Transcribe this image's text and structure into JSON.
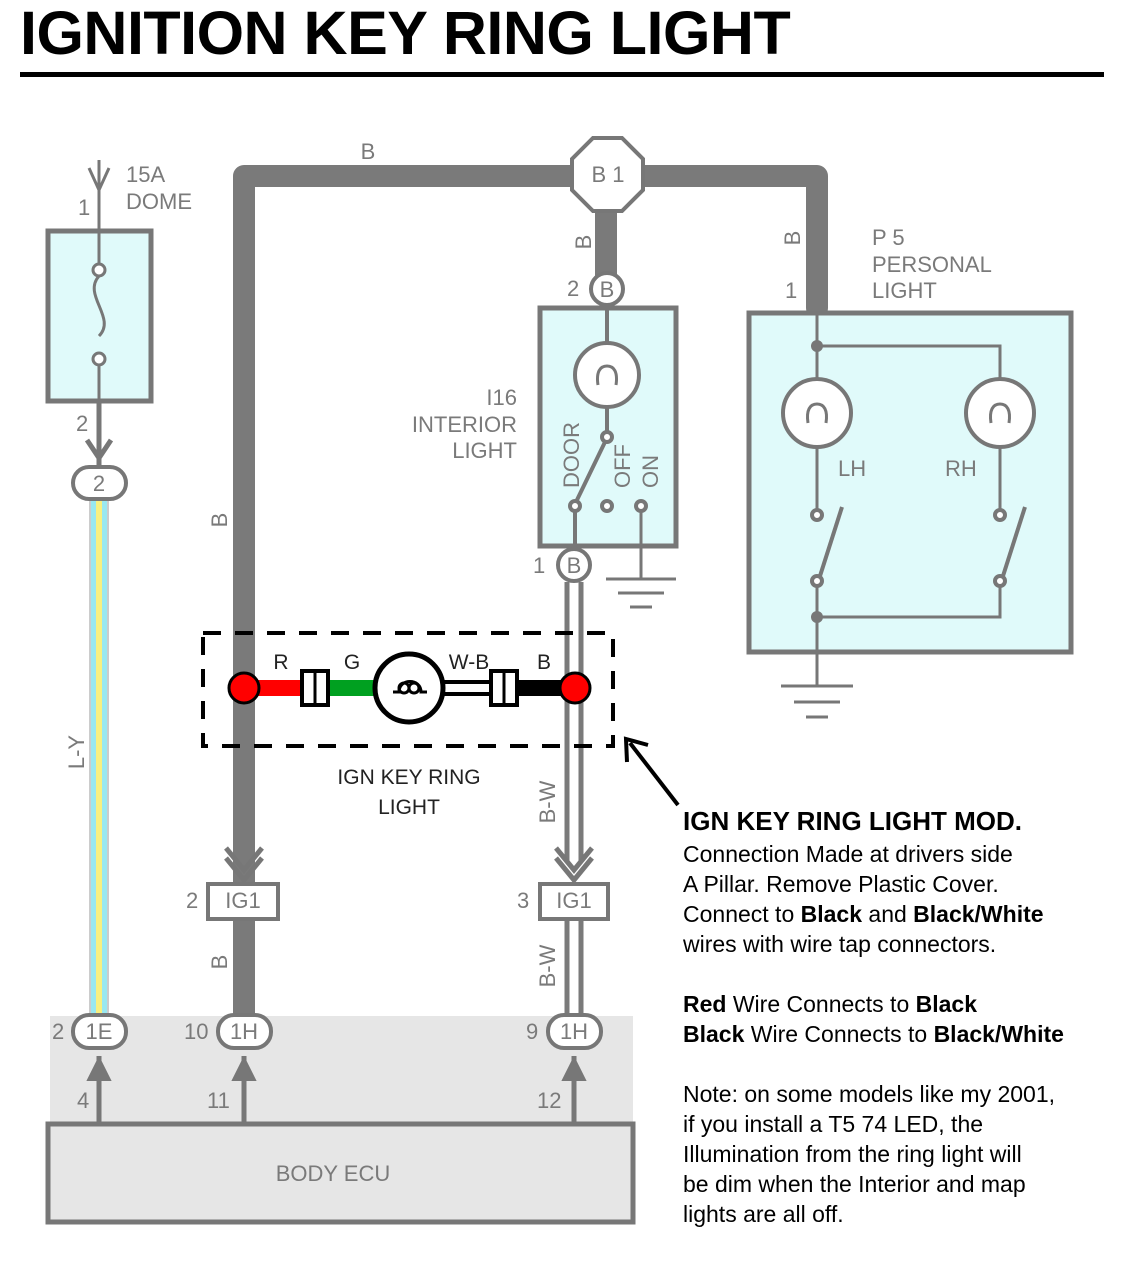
{
  "title": "IGNITION KEY RING LIGHT",
  "fuse": {
    "rating": "15A",
    "name": "DOME",
    "pin_in": "1",
    "pin_out": "2",
    "connector": "2"
  },
  "wires": {
    "top": "B",
    "left_vertical": "B",
    "b1_down": "B",
    "p5_down": "B",
    "ly": "L-Y",
    "bw_upper": "B-W",
    "bw_lower": "B-W",
    "ig1_left_lower": "B"
  },
  "junction": {
    "label": "B 1"
  },
  "interior_light": {
    "code": "I16",
    "name_line1": "INTERIOR",
    "name_line2": "LIGHT",
    "pos_door": "DOOR",
    "pos_off": "OFF",
    "pos_on": "ON",
    "top_pin": "2",
    "top_conn": "B",
    "bottom_pin": "1",
    "bottom_conn": "B"
  },
  "personal_light": {
    "code": "P 5",
    "name_line1": "PERSONAL",
    "name_line2": "LIGHT",
    "pin": "1",
    "lh": "LH",
    "rh": "RH"
  },
  "mod": {
    "wire_r": "R",
    "wire_g": "G",
    "wire_wb": "W-B",
    "wire_b": "B",
    "label_line1": "IGN KEY RING",
    "label_line2": "LIGHT",
    "colors": {
      "red": "#ff0000",
      "green": "#00a020",
      "black": "#000000"
    }
  },
  "ig1_left": {
    "pin": "2",
    "name": "IG1"
  },
  "ig1_right": {
    "pin": "3",
    "name": "IG1"
  },
  "ecu": {
    "name": "BODY ECU",
    "conn_1e": {
      "outer_pin": "2",
      "name": "1E",
      "inner_pin": "4"
    },
    "conn_1h_left": {
      "outer_pin": "10",
      "name": "1H",
      "inner_pin": "11"
    },
    "conn_1h_right": {
      "outer_pin": "9",
      "name": "1H",
      "inner_pin": "12"
    }
  },
  "notes": {
    "heading": "IGN KEY RING LIGHT MOD.",
    "p1_l1": "Connection Made at drivers side",
    "p1_l2": "A Pillar. Remove Plastic Cover.",
    "p1_l3a": "Connect to ",
    "p1_l3b": "Black",
    "p1_l3c": " and ",
    "p1_l3d": "Black/White",
    "p1_l4": "wires with wire tap connectors.",
    "p2_l1a": "Red",
    "p2_l1b": " Wire Connects to ",
    "p2_l1c": "Black",
    "p2_l2a": "Black",
    "p2_l2b": " Wire Connects to ",
    "p2_l2c": "Black/White",
    "p3_l1": "Note: on some models like my 2001,",
    "p3_l2": "if you install a T5 74 LED, the",
    "p3_l3": "Illumination from the ring light will",
    "p3_l4": "be dim when the Interior and map",
    "p3_l5": "lights are all off."
  },
  "colors": {
    "box_fill": "#e0fafa",
    "box_stroke": "#777777",
    "wire_gray": "#7a7a7a",
    "ly_blue": "#99e8f0",
    "ly_yellow": "#f8f080",
    "ecu_band": "#e6e6e6"
  }
}
